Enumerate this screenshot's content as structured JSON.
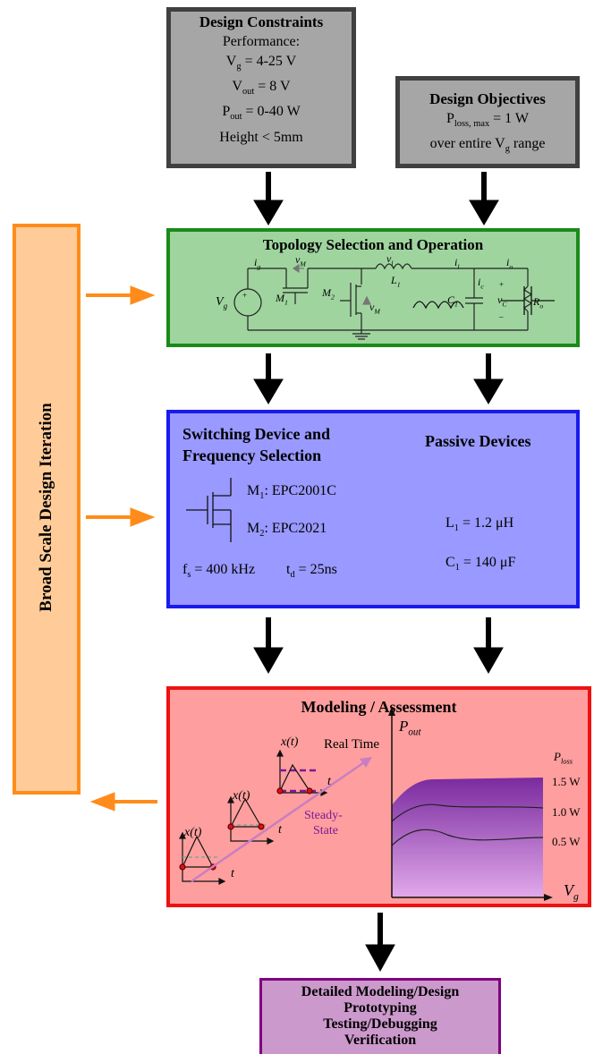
{
  "constraints": {
    "title": "Design Constraints",
    "lines": [
      "Performance:",
      "V",
      "g",
      " = 4-25 V",
      "V",
      "out",
      " = 8 V",
      "P",
      "out",
      " = 0-40 W",
      "Height < 5mm"
    ]
  },
  "objectives": {
    "title": "Design Objectives",
    "ploss_main": "P",
    "ploss_sub": "loss, max",
    "ploss_val": " = 1 W",
    "range_pre": "over entire V",
    "range_sub": "g",
    "range_post": " range"
  },
  "topology": {
    "title": "Topology Selection and Operation",
    "labels": {
      "vg": "V",
      "vg_sub": "g",
      "ig": "i",
      "ig_sub": "g",
      "vm1": "v",
      "vm1_sub": "M",
      "m1": "M",
      "m1_sub": "1",
      "m2": "M",
      "m2_sub": "2",
      "vm2": "v",
      "vm2_sub": "M",
      "vl": "v",
      "vl_sub": "l",
      "l1": "L",
      "l1_sub": "1",
      "il": "i",
      "il_sub": "l",
      "ic": "i",
      "ic_sub": "c",
      "io": "i",
      "io_sub": "o",
      "c1": "C",
      "c1_sub": "1",
      "vc1": "v",
      "vc1_sub": "C",
      "ro": "R",
      "ro_sub": "o",
      "plus": "+",
      "minus": "–"
    }
  },
  "switching": {
    "title1": "Switching Device and",
    "title2": "Frequency Selection",
    "m1": "M",
    "m1_sub": "1",
    "m1_val": ": EPC2001C",
    "m2": "M",
    "m2_sub": "2",
    "m2_val": ": EPC2021",
    "fs": "f",
    "fs_sub": "s",
    "fs_val": " = 400 kHz",
    "td": "t",
    "td_sub": "d",
    "td_val": " = 25ns"
  },
  "passive": {
    "title": "Passive Devices",
    "l1": "L",
    "l1_sub": "1",
    "l1_val": " = 1.2 μH",
    "c1": "C",
    "c1_sub": "1",
    "c1_val": " = 140 μF"
  },
  "modeling": {
    "title": "Modeling / Assessment",
    "xt": "x(t)",
    "t": "t",
    "real_time": "Real Time",
    "steady": "Steady-",
    "state": "State",
    "pout": "P",
    "pout_sub": "out",
    "ploss": "P",
    "ploss_sub": "loss",
    "vg": "V",
    "vg_sub": "g",
    "levels": [
      "1.5 W",
      "1.0 W",
      "0.5 W"
    ]
  },
  "iteration": {
    "label": "Broad Scale Design Iteration"
  },
  "detailed": {
    "lines": [
      "Detailed Modeling/Design",
      "Prototyping",
      "Testing/Debugging",
      "Verification"
    ]
  },
  "colors": {
    "gray_fill": "#a6a6a6",
    "gray_border": "#404040",
    "green_fill": "#9fd49f",
    "green_border": "#1a8a1a",
    "blue_fill": "#9999ff",
    "blue_border": "#1a1aee",
    "red_fill": "#ff9e9e",
    "red_border": "#ee1111",
    "orange_fill": "#ffcc99",
    "orange_border": "#ff8c1a",
    "purple_fill": "#cc99cc",
    "purple_border": "#800080"
  }
}
